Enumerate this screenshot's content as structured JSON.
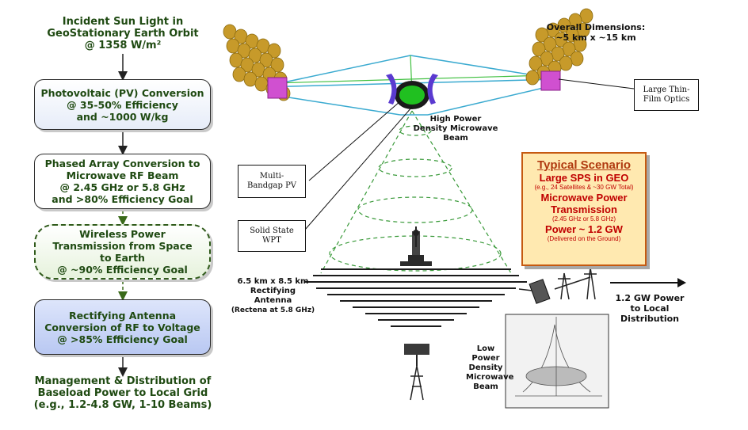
{
  "flow": {
    "top_text": [
      "Incident Sun Light in",
      "GeoStationary Earth Orbit",
      "@ 1358 W/m²"
    ],
    "box1": [
      "Photovoltaic (PV) Conversion",
      "@ 35-50% Efficiency",
      "and ~1000 W/kg"
    ],
    "box2": [
      "Phased Array Conversion to",
      "Microwave RF Beam",
      "@ 2.45 GHz or 5.8 GHz",
      "and >80% Efficiency Goal"
    ],
    "box3": [
      "Wireless Power",
      "Transmission from Space",
      "to Earth",
      "@ ~90% Efficiency Goal"
    ],
    "box4": [
      "Rectifying Antenna",
      "Conversion of RF to Voltage",
      "@ >85% Efficiency Goal"
    ],
    "bottom_text": [
      "Management & Distribution of",
      "Baseload Power to Local Grid",
      "(e.g., 1.2-4.8 GW, 1-10 Beams)"
    ]
  },
  "labels": {
    "dimensions": [
      "Overall Dimensions:",
      "~5 km x ~15 km"
    ],
    "thin_film": [
      "Large Thin-",
      "Film Optics"
    ],
    "high_power": [
      "High Power",
      "Density Microwave",
      "Beam"
    ],
    "multi_bandgap": [
      "Multi-",
      "Bandgap PV"
    ],
    "solid_state": [
      "Solid State",
      "WPT"
    ],
    "rectenna": [
      "6.5 km x 8.5 km",
      "Rectifying",
      "Antenna",
      "(Rectena at 5.8 GHz)"
    ],
    "low_power": [
      "Low",
      "Power",
      "Density",
      "Microwave",
      "Beam"
    ],
    "output": [
      "1.2 GW Power",
      "to Local",
      "Distribution"
    ]
  },
  "scenario": {
    "title": "Typical Scenario",
    "line1": "Large SPS in GEO",
    "line2": "(e.g., 24 Satellites & ~30 GW Total)",
    "line3a": "Microwave Power",
    "line3b": "Transmission",
    "line4": "(2.45 GHz or 5.8 GHz)",
    "line5": "Power ~ 1.2 GW",
    "line6": "(Delivered on the Ground)"
  },
  "colors": {
    "flow_text": "#1f4a12",
    "scenario_bg": "#ffe9b0",
    "scenario_text": "#c00000",
    "mirror": "#c79a2a",
    "beam_ring": "#3a9a3a"
  }
}
